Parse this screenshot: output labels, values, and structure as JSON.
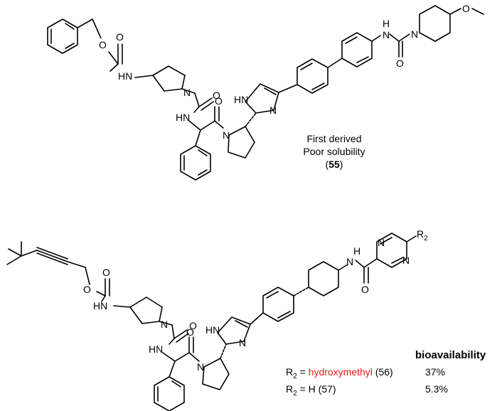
{
  "top_molecule": {
    "atom_labels": {
      "ester_o": "O",
      "carbonyl_o": "O",
      "nh_carbamate": "HN",
      "pyrrolidine_n": "N",
      "urea_o": "O",
      "urea_nh": "HN",
      "amide_o": "O",
      "proline_n": "N",
      "imidazole_nh": "HN",
      "imidazole_n": "N",
      "anilide_h": "H",
      "anilide_n": "N",
      "piperidine_urea_o": "O",
      "piperidine_n": "N",
      "methoxy_o": "O"
    },
    "caption_line1": "First derived",
    "caption_line2": "Poor solubility",
    "compound_open": "(",
    "compound_number": "55",
    "compound_close": ")"
  },
  "bottom_molecule": {
    "atom_labels": {
      "ester_o": "O",
      "carbonyl_o": "O",
      "nh_carbamate": "HN",
      "pyrrolidine_n": "N",
      "urea_o": "O",
      "urea_nh": "HN",
      "amide_o": "O",
      "proline_n": "N",
      "imidazole_nh": "HN",
      "imidazole_n": "N",
      "amide_n": "N",
      "amide_h": "H",
      "amide_o2": "O",
      "pyrazine_n1": "N",
      "pyrazine_n2": "N",
      "r_group": "R",
      "r_group_sub": "2"
    }
  },
  "table": {
    "header": "bioavailability",
    "rows": [
      {
        "r_label": "R",
        "r_sub": "2",
        "equals": " = ",
        "substituent": "hydroxymethyl",
        "compound": " (56)",
        "value": "37%"
      },
      {
        "r_label": "R",
        "r_sub": "2",
        "equals": " = ",
        "substituent": "H",
        "compound": " (57)",
        "value": "5.3%"
      }
    ],
    "highlight_color": "#e02020"
  }
}
